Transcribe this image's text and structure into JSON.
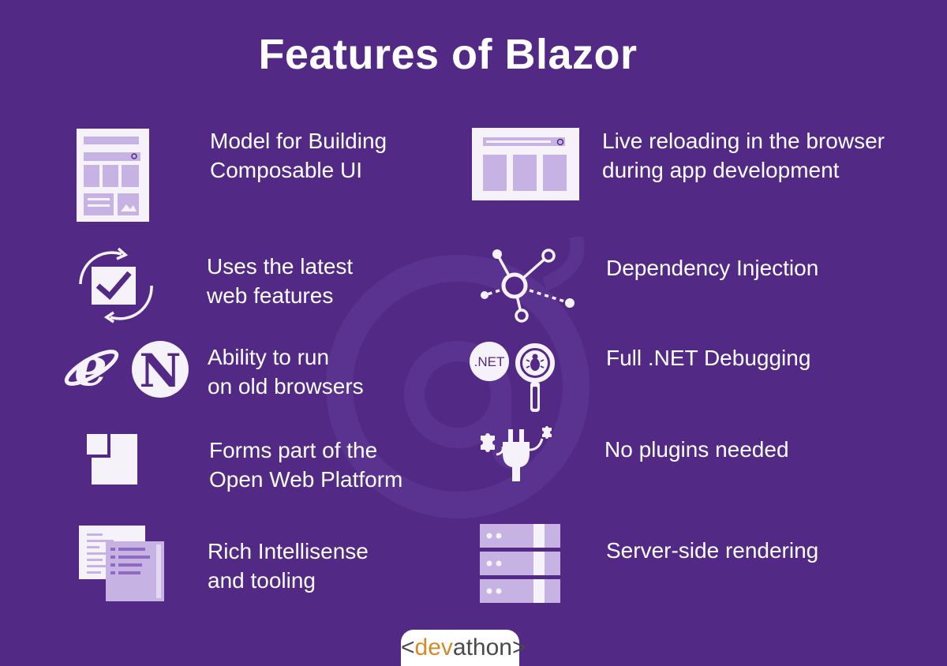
{
  "title": "Features of Blazor",
  "colors": {
    "background": "#522a86",
    "icon_light": "#f5f2fa",
    "icon_accent": "#c6b2e3",
    "brand_accent": "#d4892a"
  },
  "features": [
    {
      "icon": "composable-ui-icon",
      "text": "Model for Building\nComposable UI"
    },
    {
      "icon": "live-reload-browser-icon",
      "text": "Live reloading in the browser\nduring app development"
    },
    {
      "icon": "sync-check-icon",
      "text": "Uses the latest\nweb features"
    },
    {
      "icon": "dependency-graph-icon",
      "text": "Dependency Injection"
    },
    {
      "icon": "old-browsers-icon",
      "text": "Ability to run\non old browsers"
    },
    {
      "icon": "dotnet-debug-icon",
      "text": "Full .NET Debugging"
    },
    {
      "icon": "open-web-platform-icon",
      "text": "Forms part of the\nOpen Web Platform"
    },
    {
      "icon": "plugin-icon",
      "text": "No plugins needed"
    },
    {
      "icon": "intellisense-icon",
      "text": "Rich Intellisense\nand tooling"
    },
    {
      "icon": "server-icon",
      "text": "Server-side rendering"
    }
  ],
  "icon_labels": {
    "dotnet": ".NET",
    "ie": "e",
    "netscape": "N"
  },
  "brand": {
    "open": "<",
    "dev": "dev",
    "rest": "athon",
    "close": ">"
  }
}
